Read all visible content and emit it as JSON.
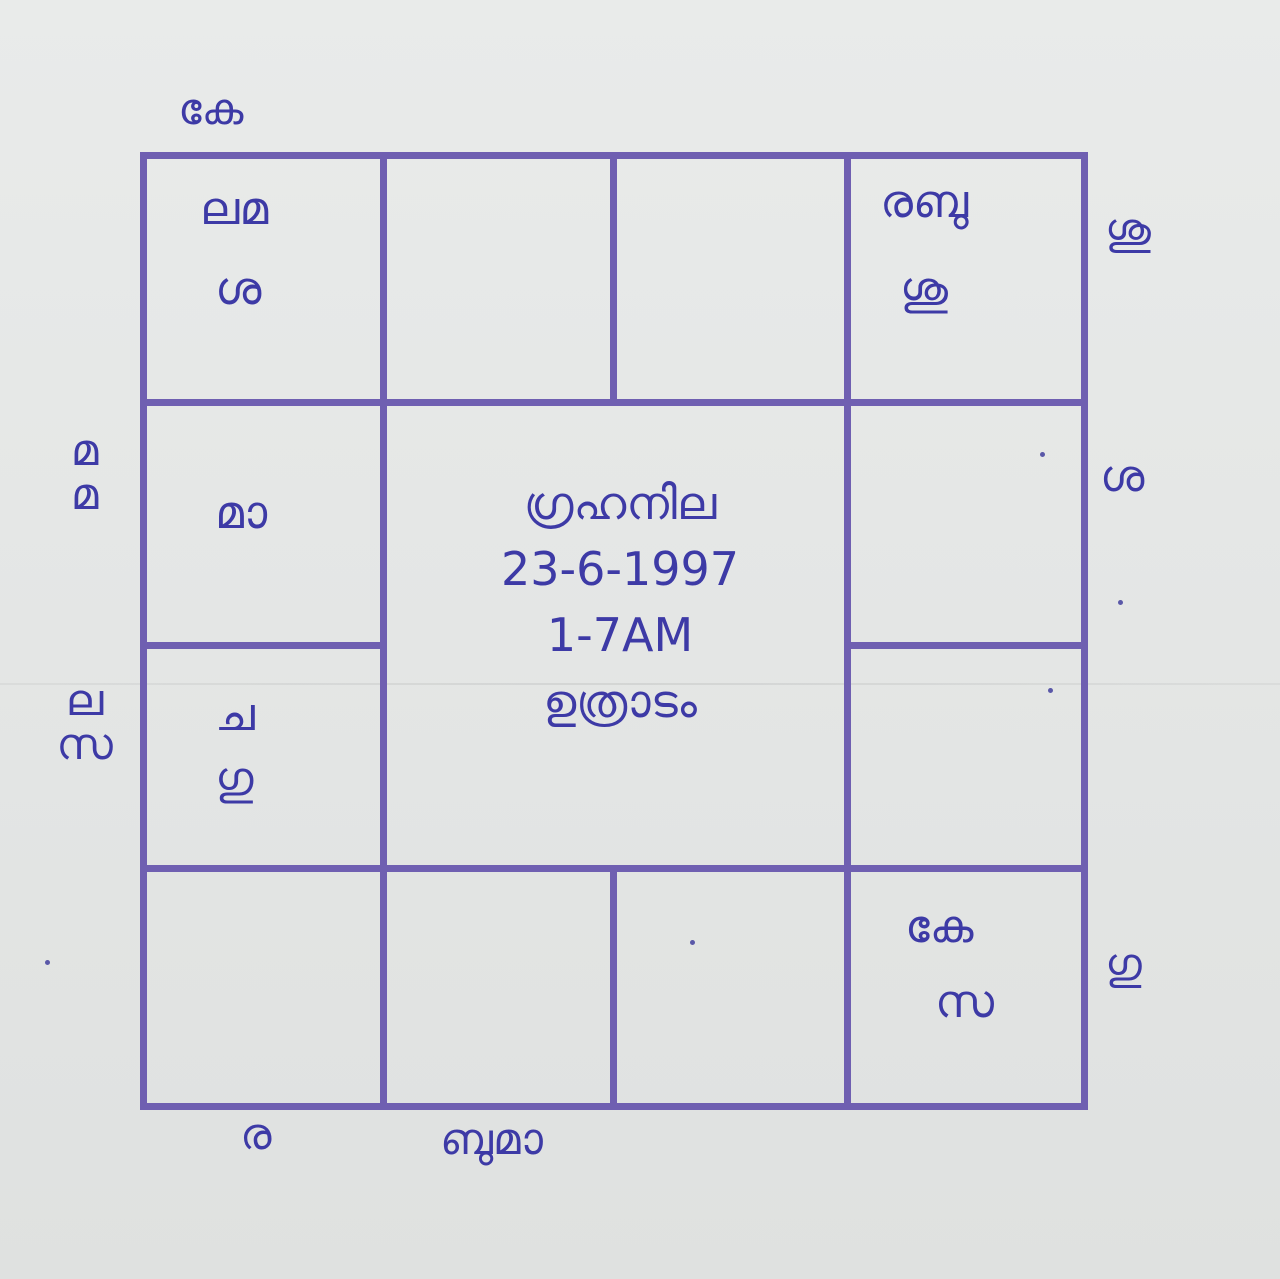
{
  "chart_title": "ഗ്രഹനില",
  "birth_date": "23-6-1997",
  "birth_time": "1-7AM",
  "star": "ഉത്രാടം",
  "houses": {
    "r1c1_line1": "ലമ",
    "r1c1_line2": "ശ",
    "r1c4_line1": "രബു",
    "r1c4_line2": "ശു",
    "r2c1": "മാ",
    "r3c1_line1": "ച",
    "r3c1_line2": "ഗു",
    "r4c4_line1": "കേ",
    "r4c4_line2": "സ"
  },
  "outer": {
    "top_left": "കേ",
    "left_row2": "മമ",
    "left_row3": "ലസ",
    "right_row1": "ശു",
    "right_row2": "ശ",
    "right_row4": "ഗു",
    "bottom_col1": "ര",
    "bottom_col2": "ബുമാ"
  },
  "colors": {
    "ink": "#3d3aa6",
    "grid": "#6f5fb1",
    "paper": "#e6e8e7"
  }
}
